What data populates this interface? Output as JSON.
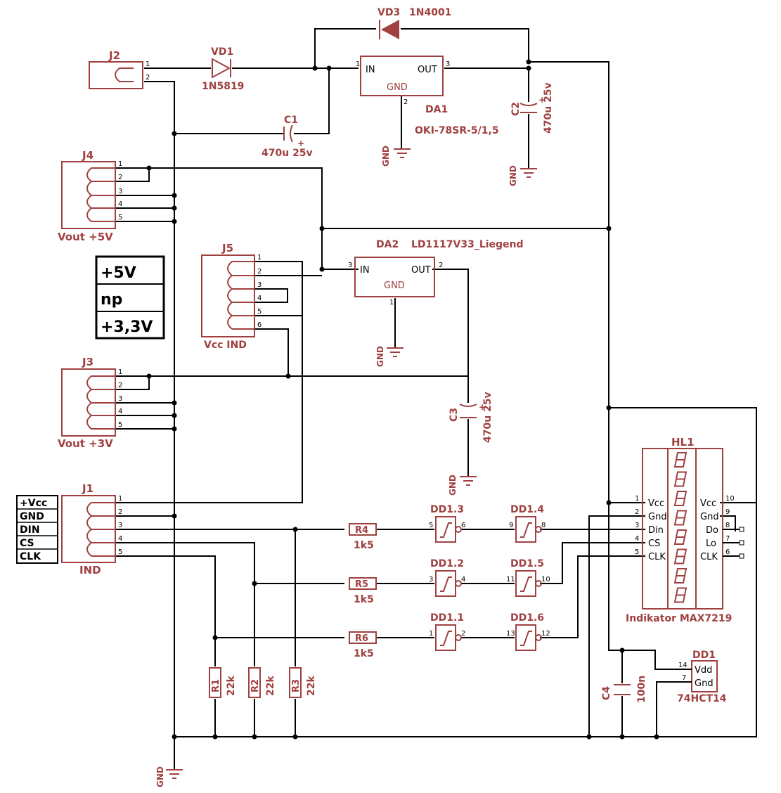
{
  "components": {
    "vd3": {
      "ref": "VD3",
      "value": "1N4001"
    },
    "vd1": {
      "ref": "VD1",
      "value": "1N5819"
    },
    "j2": {
      "ref": "J2",
      "pins": [
        "1",
        "2"
      ]
    },
    "da1": {
      "ref": "DA1",
      "value": "OKI-78SR-5/1,5",
      "pin_in": "IN",
      "pin_out": "OUT",
      "pin_gnd": "GND",
      "num_in": "1",
      "num_out": "3",
      "num_gnd": "2"
    },
    "c1": {
      "ref": "C1",
      "value": "470u 25v"
    },
    "c2": {
      "ref": "C2",
      "value": "470u 25v"
    },
    "j4": {
      "ref": "J4",
      "label": "Vout +5V",
      "pins": [
        "1",
        "2",
        "3",
        "4",
        "5"
      ]
    },
    "j5": {
      "ref": "J5",
      "label": "Vcc  IND",
      "pins": [
        "1",
        "2",
        "3",
        "4",
        "5",
        "6"
      ]
    },
    "da2": {
      "ref": "DA2",
      "value": "LD1117V33_Liegend",
      "pin_in": "IN",
      "pin_out": "OUT",
      "pin_gnd": "GND",
      "num_in": "3",
      "num_out": "2",
      "num_gnd": "1"
    },
    "j3": {
      "ref": "J3",
      "label": "Vout +3V",
      "pins": [
        "1",
        "2",
        "3",
        "4",
        "5"
      ]
    },
    "c3": {
      "ref": "C3",
      "value": "470u 25v"
    },
    "j1": {
      "ref": "J1",
      "label": "IND",
      "pins": [
        "1",
        "2",
        "3",
        "4",
        "5"
      ]
    },
    "r4": {
      "ref": "R4",
      "value": "1k5"
    },
    "r5": {
      "ref": "R5",
      "value": "1k5"
    },
    "r6": {
      "ref": "R6",
      "value": "1k5"
    },
    "r1": {
      "ref": "R1",
      "value": "22k"
    },
    "r2": {
      "ref": "R2",
      "value": "22k"
    },
    "r3": {
      "ref": "R3",
      "value": "22k"
    },
    "dd13": {
      "ref": "DD1.3",
      "in": "5",
      "out": "6"
    },
    "dd14": {
      "ref": "DD1.4",
      "in": "9",
      "out": "8"
    },
    "dd12": {
      "ref": "DD1.2",
      "in": "3",
      "out": "4"
    },
    "dd15": {
      "ref": "DD1.5",
      "in": "11",
      "out": "10"
    },
    "dd11": {
      "ref": "DD1.1",
      "in": "1",
      "out": "2"
    },
    "dd16": {
      "ref": "DD1.6",
      "in": "13",
      "out": "12"
    },
    "hl1": {
      "ref": "HL1",
      "value": "Indikator  MAX7219",
      "left_pins": [
        {
          "num": "1",
          "name": "Vcc"
        },
        {
          "num": "2",
          "name": "Gnd"
        },
        {
          "num": "3",
          "name": "Din"
        },
        {
          "num": "4",
          "name": "CS"
        },
        {
          "num": "5",
          "name": "CLK"
        }
      ],
      "right_pins": [
        {
          "num": "10",
          "name": "Vcc"
        },
        {
          "num": "9",
          "name": "Gnd"
        },
        {
          "num": "8",
          "name": "Do"
        },
        {
          "num": "7",
          "name": "Lo"
        },
        {
          "num": "6",
          "name": "CLK"
        }
      ]
    },
    "dd1": {
      "ref": "DD1",
      "value": "74HCT14",
      "pin_vdd": "Vdd",
      "pin_gnd": "Gnd",
      "num_vdd": "14",
      "num_gnd": "7"
    },
    "c4": {
      "ref": "C4",
      "value": "100n"
    }
  },
  "gnd_label": "GND",
  "jumper_box": [
    "+5V",
    "np",
    "+3,3V"
  ],
  "connector_legend": [
    "+Vcc",
    "GND",
    "DIN",
    "CS",
    "CLK"
  ],
  "colors": {
    "symbol": "#a04040",
    "wire": "#000000",
    "background": "#ffffff"
  }
}
